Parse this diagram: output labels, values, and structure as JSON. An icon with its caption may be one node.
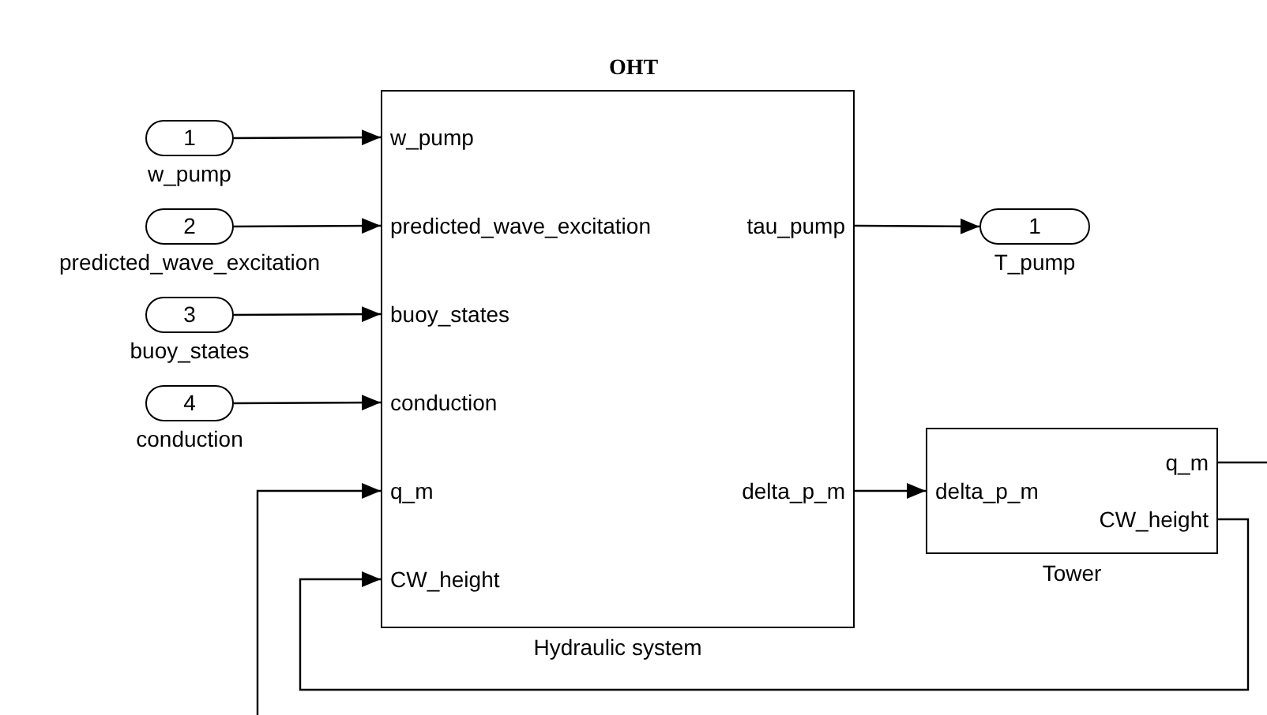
{
  "diagram": {
    "title": "OHT",
    "nodes": [
      {
        "text": [
          "1"
        ],
        "beside": [
          "w_pump"
        ]
      },
      {
        "text": [
          "2"
        ],
        "beside": [
          "predicted_wave_excitation"
        ]
      },
      {
        "text": [
          "3"
        ],
        "beside": [
          "buoy_states"
        ]
      },
      {
        "text": [
          "4"
        ],
        "beside": [
          "conduction"
        ]
      },
      {
        "text": [
          "Hydraulic system"
        ]
      },
      {
        "text": [
          "w_pump"
        ],
        "in": 4
      },
      {
        "text": [
          "predicted_wave_excitation"
        ],
        "in": 4
      },
      {
        "text": [
          "buoy_states"
        ],
        "in": 4
      },
      {
        "text": [
          "conduction"
        ],
        "in": 4
      },
      {
        "text": [
          "q_m"
        ],
        "in": 4
      },
      {
        "text": [
          "CW_height"
        ],
        "in": 4
      },
      {
        "text": [
          "tau_pump"
        ],
        "in": 4
      },
      {
        "text": [
          "delta_p_m"
        ],
        "in": 4
      },
      {
        "text": [
          "1"
        ],
        "beside": [
          "T_pump"
        ]
      },
      {
        "text": [
          "Tower"
        ]
      },
      {
        "text": [
          "delta_p_m"
        ],
        "in": 14
      },
      {
        "text": [
          "q_m"
        ],
        "in": 14
      },
      {
        "text": [
          "CW_height"
        ],
        "in": 14
      }
    ],
    "edges": [
      {
        "from": 0,
        "to": 5,
        "arrow": "to"
      },
      {
        "from": 1,
        "to": 6,
        "arrow": "to"
      },
      {
        "from": 2,
        "to": 7,
        "arrow": "to"
      },
      {
        "from": 3,
        "to": 8,
        "arrow": "to"
      },
      {
        "from": 11,
        "to": 13,
        "arrow": "to"
      },
      {
        "from": 12,
        "to": 15,
        "arrow": "to"
      },
      {
        "from": 16,
        "to": null,
        "arrow": "none"
      },
      {
        "from": null,
        "to": 9,
        "arrow": "to"
      },
      {
        "from": 17,
        "to": 10,
        "arrow": "to"
      }
    ]
  }
}
